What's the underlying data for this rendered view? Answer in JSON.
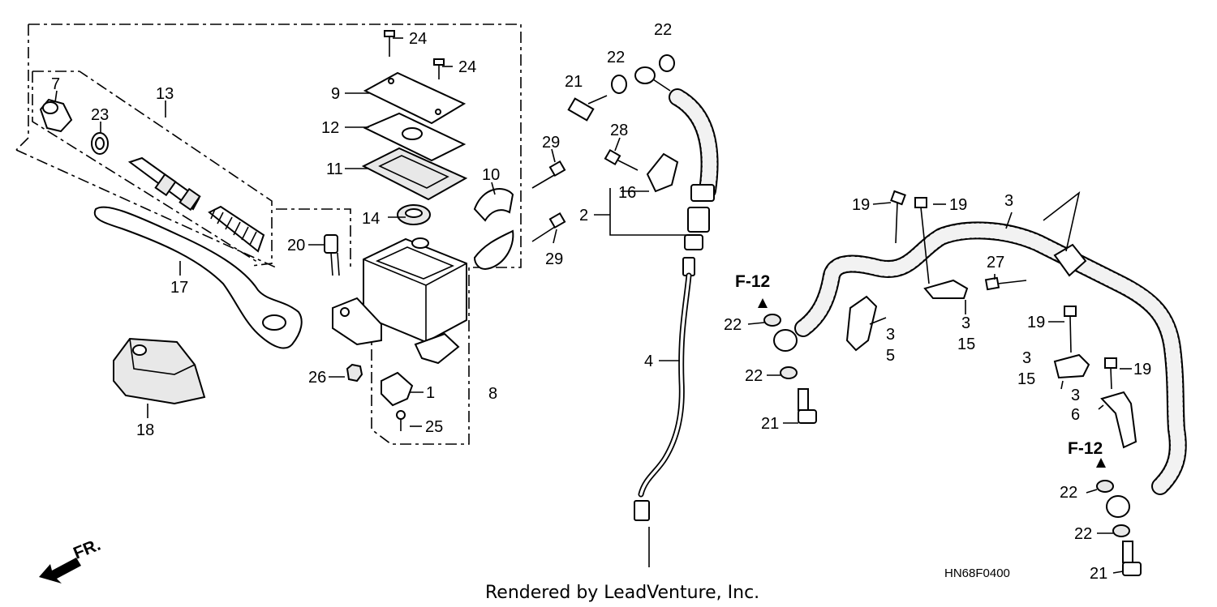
{
  "diagram": {
    "code": "HN68F0400",
    "footer": "Rendered by LeadVenture, Inc.",
    "direction_label": "FR.",
    "reference_label": "F-12"
  },
  "callouts": {
    "c1": "1",
    "c2": "2",
    "c3": "3",
    "c4": "4",
    "c5": "5",
    "c6": "6",
    "c7": "7",
    "c8": "8",
    "c9": "9",
    "c10": "10",
    "c11": "11",
    "c12": "12",
    "c13": "13",
    "c14": "14",
    "c15": "15",
    "c16": "16",
    "c17": "17",
    "c18": "18",
    "c19": "19",
    "c20": "20",
    "c21": "21",
    "c22": "22",
    "c23": "23",
    "c24": "24",
    "c25": "25",
    "c26": "26",
    "c27": "27",
    "c28": "28",
    "c29": "29"
  }
}
